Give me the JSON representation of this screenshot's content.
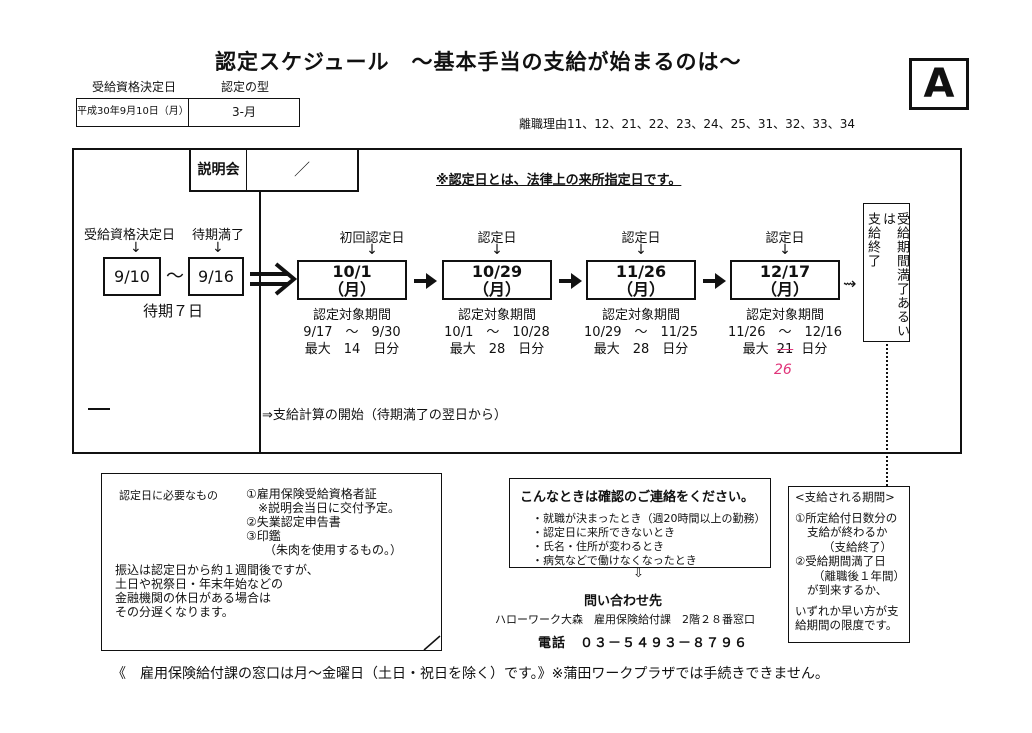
{
  "header": {
    "title": "認定スケジュール　～基本手当の支給が始まるのは～",
    "badge": "A",
    "qualification_label": "受給資格決定日",
    "type_label": "認定の型",
    "qualification_date": "平成30年9月10日（月）",
    "type_value": "3-月",
    "reasons": "離職理由11、12、21、22、23、24、25、31、32、33、34"
  },
  "schedule": {
    "briefing_label": "説明会",
    "briefing_value": "／",
    "definition_note": "※認定日とは、法律上の来所指定日です。",
    "qualification_label": "受給資格決定日",
    "waiting_end_label": "待期満了",
    "down_arrow": "↓",
    "qualification_date": "9/10",
    "tilde": "～",
    "waiting_end_date": "9/16",
    "waiting_period": "待期７日",
    "cert_days": [
      {
        "label": "初回認定日",
        "date": "10/1",
        "weekday": "（月）",
        "period_label": "認定対象期間",
        "period": "9/17　～　9/30",
        "max": "最大　14　日分"
      },
      {
        "label": "認定日",
        "date": "10/29",
        "weekday": "（月）",
        "period_label": "認定対象期間",
        "period": "10/1　～　10/28",
        "max": "最大　28　日分"
      },
      {
        "label": "認定日",
        "date": "11/26",
        "weekday": "（月）",
        "period_label": "認定対象期間",
        "period": "10/29　～　11/25",
        "max": "最大　28　日分"
      },
      {
        "label": "認定日",
        "date": "12/17",
        "weekday": "（月）",
        "period_label": "認定対象期間",
        "period": "11/26　～　12/16",
        "max_prefix": "最大",
        "max_struck": "21",
        "max_suffix": "日分",
        "handwritten_correction": "26"
      }
    ],
    "end_arrow": "⇝",
    "end_box_col1": "支給終了",
    "end_box_col2": "受給期間満了あるいは",
    "calc_start": "⇒支給計算の開始（待期満了の翌日から）"
  },
  "requirements": {
    "heading": "認定日に必要なもの",
    "item1": "①雇用保険受給資格者証",
    "item1_note": "※説明会当日に交付予定。",
    "item2": "②失業認定申告書",
    "item3": "③印鑑",
    "item3_note": "（朱肉を使用するもの。）",
    "transfer1": "振込は認定日から約１週間後ですが、",
    "transfer2": "土日や祝祭日・年末年始などの",
    "transfer3": "金融機関の休日がある場合は",
    "transfer4": "その分遅くなります。"
  },
  "contact": {
    "heading": "こんなときは確認のご連絡をください。",
    "items": [
      "・就職が決まったとき（週20時間以上の勤務）",
      "・認定日に来所できないとき",
      "・氏名・住所が変わるとき",
      "・病気などで働けなくなったとき"
    ],
    "arrow": "⇩",
    "inquiry_label": "問い合わせ先",
    "office": "ハローワーク大森　雇用保険給付課　2階２８番窓口",
    "phone": "電話　０３－５４９３－８７９６"
  },
  "payment_period": {
    "heading": "<支給される期間>",
    "line1": "①所定給付日数分の",
    "line2": "支給が終わるか",
    "line3": "（支給終了）",
    "line4": "②受給期間満了日",
    "line5": "（離職後１年間）",
    "line6": "が到来するか、",
    "line7": "いずれか早い方が支",
    "line8": "給期間の限度です。"
  },
  "footer": "《　雇用保険給付課の窓口は月～金曜日（土日・祝日を除く）です。》※蒲田ワークプラザでは手続きできません。",
  "colors": {
    "ink": "#111111",
    "handwriting": "#e0357a"
  }
}
